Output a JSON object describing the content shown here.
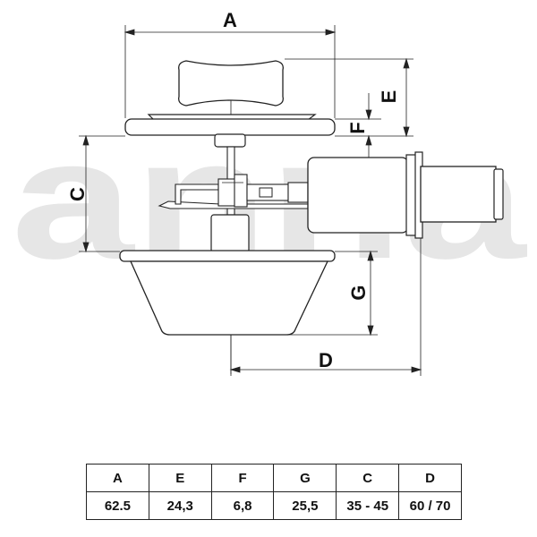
{
  "diagram": {
    "watermark": "anna",
    "dimension_labels": {
      "A": "A",
      "E": "E",
      "F": "F",
      "C": "C",
      "G": "G",
      "D": "D"
    }
  },
  "table": {
    "headers": [
      "A",
      "E",
      "F",
      "G",
      "C",
      "D"
    ],
    "values": [
      "62.5",
      "24,3",
      "6,8",
      "25,5",
      "35 - 45",
      "60 / 70"
    ]
  }
}
